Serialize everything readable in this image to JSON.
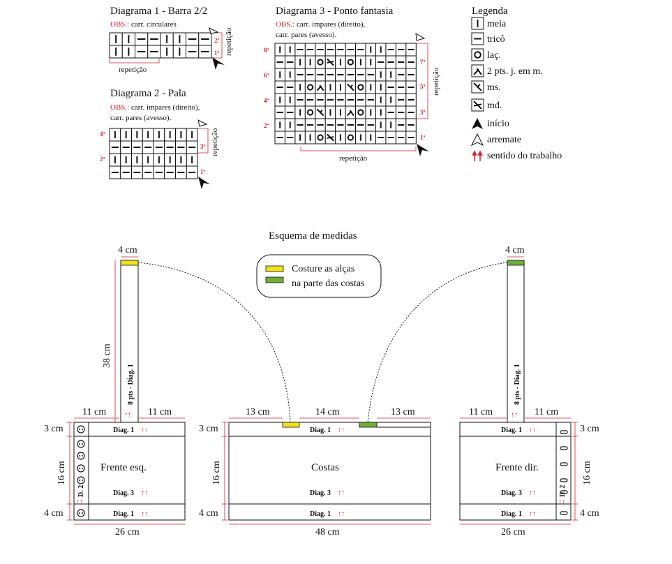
{
  "diagram1": {
    "title": "Diagrama 1 - Barra 2/2",
    "obs_label": "OBS.:",
    "obs_text": "carr. circulares",
    "repeat_bottom": "repetição",
    "repeat_side": "repetição",
    "row_labels": [
      "2ª",
      "1ª"
    ],
    "rows": [
      [
        "|",
        "|",
        "—",
        "—",
        "|",
        "|",
        "—",
        "—"
      ],
      [
        "|",
        "|",
        "—",
        "—",
        "|",
        "|",
        "—",
        "—"
      ]
    ]
  },
  "diagram2": {
    "title": "Diagrama 2 - Pala",
    "obs_label": "OBS.:",
    "obs_line1": "carr. impares (direito),",
    "obs_line2": "carr. pares (avesso).",
    "repeat_side": "repetição",
    "left_labels": [
      "4ª",
      "2ª"
    ],
    "right_labels": [
      "3ª",
      "1ª"
    ],
    "rows": [
      [
        "|",
        "|",
        "|",
        "|",
        "|",
        "|",
        "|",
        "|"
      ],
      [
        "—",
        "—",
        "—",
        "—",
        "—",
        "—",
        "—",
        "—"
      ],
      [
        "|",
        "|",
        "|",
        "|",
        "|",
        "|",
        "|",
        "|"
      ],
      [
        "—",
        "—",
        "—",
        "—",
        "—",
        "—",
        "—",
        "—"
      ]
    ]
  },
  "diagram3": {
    "title": "Diagrama 3 - Ponto fantasia",
    "obs_label": "OBS.:",
    "obs_line1": "carr. impares (direito),",
    "obs_line2": "carr. pares (avesso).",
    "repeat_bottom": "repetição",
    "repeat_side": "repetição",
    "left_labels": [
      "8ª",
      "6ª",
      "4ª",
      "2ª"
    ],
    "right_labels": [
      "7ª",
      "5ª",
      "3ª",
      "1ª"
    ],
    "rows": [
      [
        "|",
        "|",
        "—",
        "—",
        "—",
        "—",
        "—",
        "—",
        "—",
        "|",
        "|",
        "—",
        "—",
        "—"
      ],
      [
        "—",
        "—",
        "|",
        "|",
        "O",
        "md",
        "|",
        "O",
        "|",
        "|",
        "—",
        "—",
        "—",
        "—"
      ],
      [
        "|",
        "|",
        "—",
        "—",
        "—",
        "—",
        "—",
        "—",
        "—",
        "—",
        "|",
        "|",
        "—",
        "—"
      ],
      [
        "—",
        "—",
        "|",
        "O",
        "2j",
        "|",
        "|",
        "ms",
        "O",
        "|",
        "|",
        "—",
        "—",
        "—"
      ],
      [
        "|",
        "|",
        "—",
        "—",
        "—",
        "—",
        "—",
        "—",
        "—",
        "—",
        "|",
        "|",
        "—",
        "—"
      ],
      [
        "—",
        "—",
        "|",
        "O",
        "ms",
        "|",
        "|",
        "2j",
        "O",
        "|",
        "|",
        "—",
        "—",
        "—"
      ],
      [
        "|",
        "|",
        "—",
        "—",
        "—",
        "—",
        "—",
        "—",
        "—",
        "—",
        "|",
        "|",
        "—",
        "—"
      ],
      [
        "—",
        "—",
        "|",
        "|",
        "O",
        "md",
        "|",
        "O",
        "|",
        "|",
        "—",
        "—",
        "—",
        "—"
      ]
    ]
  },
  "legend": {
    "title": "Legenda",
    "items": [
      {
        "sym": "|",
        "label": "meia"
      },
      {
        "sym": "—",
        "label": "tricô"
      },
      {
        "sym": "O",
        "label": "laç."
      },
      {
        "sym": "2j",
        "label": "2 pts. j. em m."
      },
      {
        "sym": "ms",
        "label": "ms."
      },
      {
        "sym": "md",
        "label": "md."
      },
      {
        "sym": "start",
        "label": "início"
      },
      {
        "sym": "end",
        "label": "arremate"
      },
      {
        "sym": "arrows",
        "label": "sentido do trabalho"
      }
    ]
  },
  "schema": {
    "title": "Esquema de medidas",
    "note_line1": "Costure as alças",
    "note_line2": "na parte das costas",
    "colors": {
      "yellow": "#f2e21a",
      "green": "#6fae3a",
      "red": "#d8202a"
    },
    "strap_width": "4 cm",
    "strap_length": "38 cm",
    "strap_label": "8 pts - Diag. 1",
    "arrows": "↑↑",
    "frente_esq": {
      "name": "Frente esq.",
      "top_left": "11 cm",
      "top_right": "11 cm",
      "h_top": "3 cm",
      "h_mid": "16 cm",
      "h_bot": "4 cm",
      "width": "26 cm",
      "diag_top": "Diag. 1",
      "diag_mid": "Diag. 3",
      "diag_bot": "Diag. 1",
      "side_label": "D. 2"
    },
    "costas": {
      "name": "Costas",
      "top_left": "13 cm",
      "top_mid": "14 cm",
      "top_right": "13 cm",
      "h_top": "3 cm",
      "h_mid": "16 cm",
      "h_bot": "4 cm",
      "width": "48 cm",
      "diag_top": "Diag. 1",
      "diag_mid": "Diag. 3",
      "diag_bot": "Diag. 1"
    },
    "frente_dir": {
      "name": "Frente dir.",
      "top_left": "11 cm",
      "top_right": "11 cm",
      "h_top": "3 cm",
      "h_mid": "16 cm",
      "h_bot": "4 cm",
      "width": "26 cm",
      "diag_top": "Diag. 1",
      "diag_mid": "Diag. 3",
      "diag_bot": "Diag. 1",
      "side_label": "D. 2"
    }
  }
}
